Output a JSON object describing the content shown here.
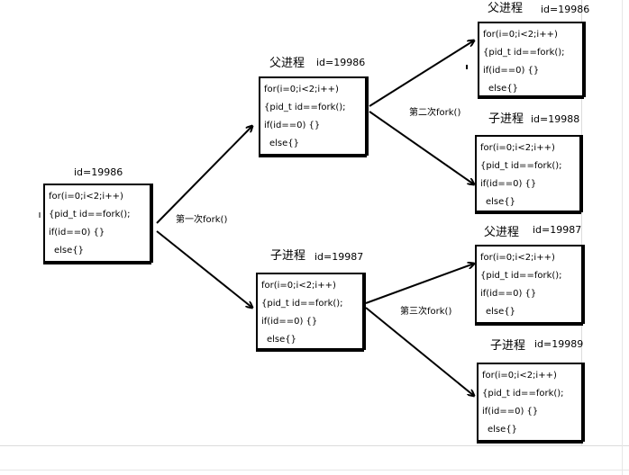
{
  "code_lines": [
    "for(i=0;i<2;i++)",
    "{pid_t id==fork();",
    "if(id==0) {}",
    "else{}"
  ],
  "nodes": {
    "root": {
      "id_text": "id=19986"
    },
    "p1": {
      "role": "父进程",
      "id_text": "id=19986"
    },
    "c1": {
      "role": "子进程",
      "id_text": "id=19987"
    },
    "p1p": {
      "role": "父进程",
      "id_text": "id=19986"
    },
    "p1c": {
      "role": "子进程",
      "id_text": "id=19988"
    },
    "c1p": {
      "role": "父进程",
      "id_text": "id=19987"
    },
    "c1c": {
      "role": "子进程",
      "id_text": "id=19989"
    }
  },
  "edges": {
    "fork1": "第一次fork()",
    "fork2": "第二次fork()",
    "fork3": "第三次fork()"
  },
  "colors": {
    "line": "#000000",
    "background": "#ffffff",
    "frame": "#dcdcdc"
  }
}
